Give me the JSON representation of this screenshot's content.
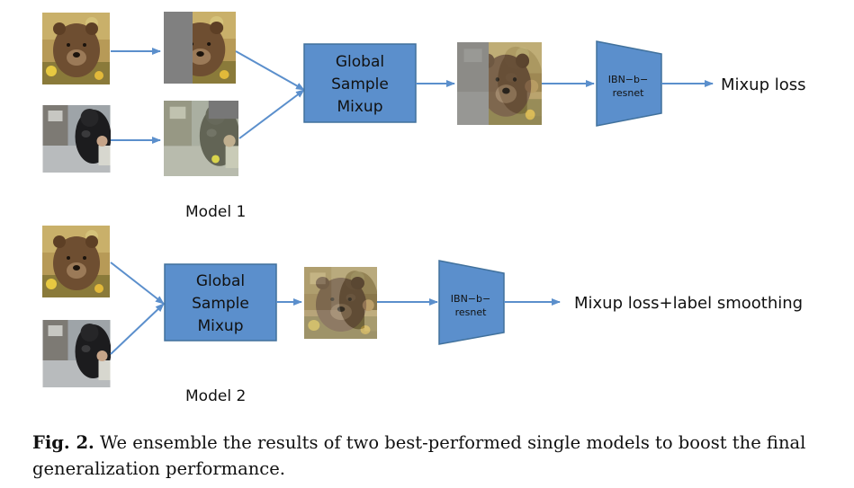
{
  "colors": {
    "box_fill": "#5b8fcc",
    "box_stroke": "#41719c",
    "arrow": "#5b8fcc",
    "text": "#111111"
  },
  "model1": {
    "label": "Model  1",
    "mixup_box": [
      "Global",
      "Sample",
      "Mixup"
    ],
    "network": [
      "IBN−b−",
      "resnet"
    ],
    "loss": "Mixup  loss"
  },
  "model2": {
    "label": "Model  2",
    "mixup_box": [
      "Global",
      "Sample",
      "Mixup"
    ],
    "network": [
      "IBN−b−",
      "resnet"
    ],
    "loss": "Mixup  loss+label  smoothing"
  },
  "images": {
    "bear": "bear-photo",
    "person_bear": "person-with-bear-photo",
    "cutout": "partial-occlusion-mix",
    "blend": "blended-mix"
  },
  "caption": {
    "prefix": "Fig. 2.",
    "text": " We ensemble the results of two best-performed single models to boost the final generalization performance."
  }
}
